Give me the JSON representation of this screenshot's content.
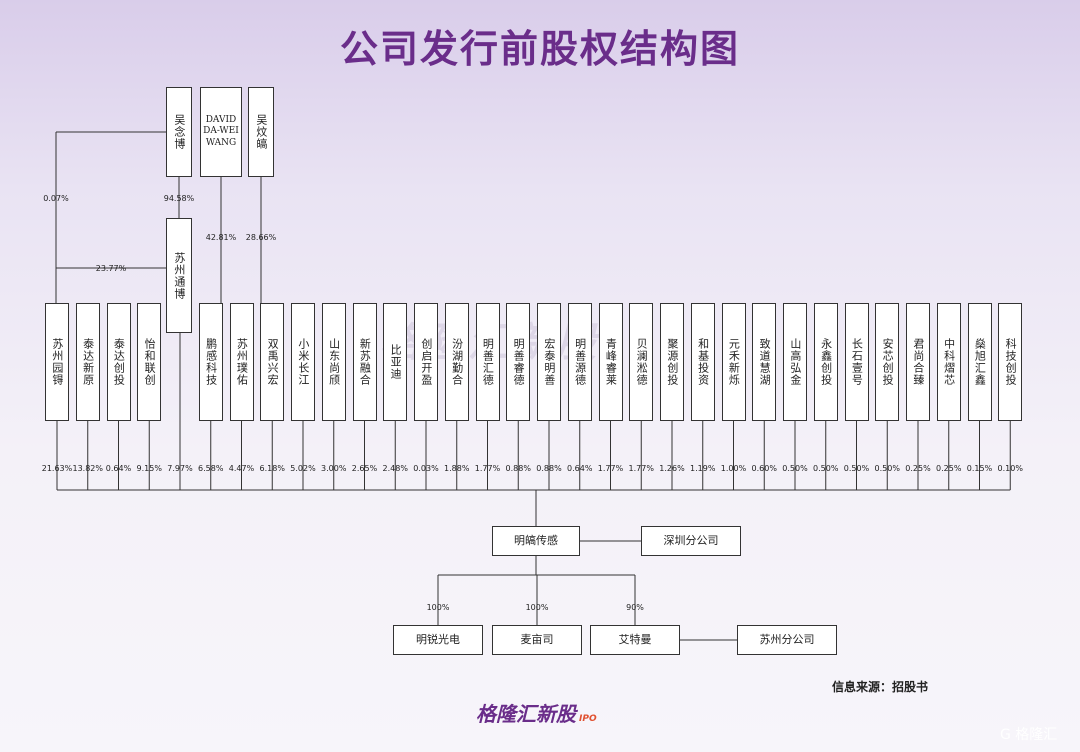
{
  "title": "公司发行前股权结构图",
  "watermark": "格隆汇新股",
  "top_holders": [
    {
      "name": "吴念博"
    },
    {
      "name": "DAVID DA-WEI WANG"
    },
    {
      "name": "吴炆皜"
    }
  ],
  "suzhou_tongbo": "苏州通博",
  "top_pcts": {
    "wu_to_guoyu": "0.07%",
    "wu_to_tongbo": "94.58%",
    "tongbo_to_guoyu": "23.77%",
    "david_to_pengsheng": "42.81%",
    "wu2_to_pusheng": "28.66%"
  },
  "shareholders": [
    {
      "name": "苏州园锝",
      "pct": "21.63%"
    },
    {
      "name": "泰达新原",
      "pct": "13.82%"
    },
    {
      "name": "泰达创投",
      "pct": "0.64%"
    },
    {
      "name": "怡和联创",
      "pct": "9.15%"
    },
    {
      "name": "苏州通博",
      "pct": "7.97%"
    },
    {
      "name": "鹏感科技",
      "pct": "6.58%"
    },
    {
      "name": "苏州璞佑",
      "pct": "4.47%"
    },
    {
      "name": "双禹兴宏",
      "pct": "6.18%"
    },
    {
      "name": "小米长江",
      "pct": "5.02%"
    },
    {
      "name": "山东尚颀",
      "pct": "3.00%"
    },
    {
      "name": "新苏融合",
      "pct": "2.65%"
    },
    {
      "name": "比亚迪",
      "pct": "2.48%"
    },
    {
      "name": "创启开盈",
      "pct": "0.03%"
    },
    {
      "name": "汾湖勤合",
      "pct": "1.88%"
    },
    {
      "name": "明善汇德",
      "pct": "1.77%"
    },
    {
      "name": "明善睿德",
      "pct": "0.88%"
    },
    {
      "name": "宏泰明善",
      "pct": "0.88%"
    },
    {
      "name": "明善源德",
      "pct": "0.64%"
    },
    {
      "name": "青峰睿莱",
      "pct": "1.77%"
    },
    {
      "name": "贝澜淞德",
      "pct": "1.77%"
    },
    {
      "name": "聚源创投",
      "pct": "1.26%"
    },
    {
      "name": "和基投资",
      "pct": "1.19%"
    },
    {
      "name": "元禾新烁",
      "pct": "1.00%"
    },
    {
      "name": "致道慧湖",
      "pct": "0.60%"
    },
    {
      "name": "山高弘金",
      "pct": "0.50%"
    },
    {
      "name": "永鑫创投",
      "pct": "0.50%"
    },
    {
      "name": "长石壹号",
      "pct": "0.50%"
    },
    {
      "name": "安芯创投",
      "pct": "0.50%"
    },
    {
      "name": "君尚合臻",
      "pct": "0.25%"
    },
    {
      "name": "中科熠芯",
      "pct": "0.25%"
    },
    {
      "name": "燊旭汇鑫",
      "pct": "0.15%"
    },
    {
      "name": "科技创投",
      "pct": "0.10%"
    }
  ],
  "company": "明皜传感",
  "branch_shenzhen": "深圳分公司",
  "subsidiaries": [
    {
      "name": "明锐光电",
      "pct": "100%"
    },
    {
      "name": "麦亩司",
      "pct": "100%"
    },
    {
      "name": "艾特曼",
      "pct": "90%"
    }
  ],
  "branch_suzhou": "苏州分公司",
  "source": "信息来源：招股书",
  "brand": {
    "name": "格隆汇新股",
    "tag": "IPO"
  },
  "corner_logo": "G 格隆汇",
  "colors": {
    "accent": "#6a2d8a",
    "background_top": "#d9cdea",
    "background_bottom": "#f7f5fa"
  }
}
